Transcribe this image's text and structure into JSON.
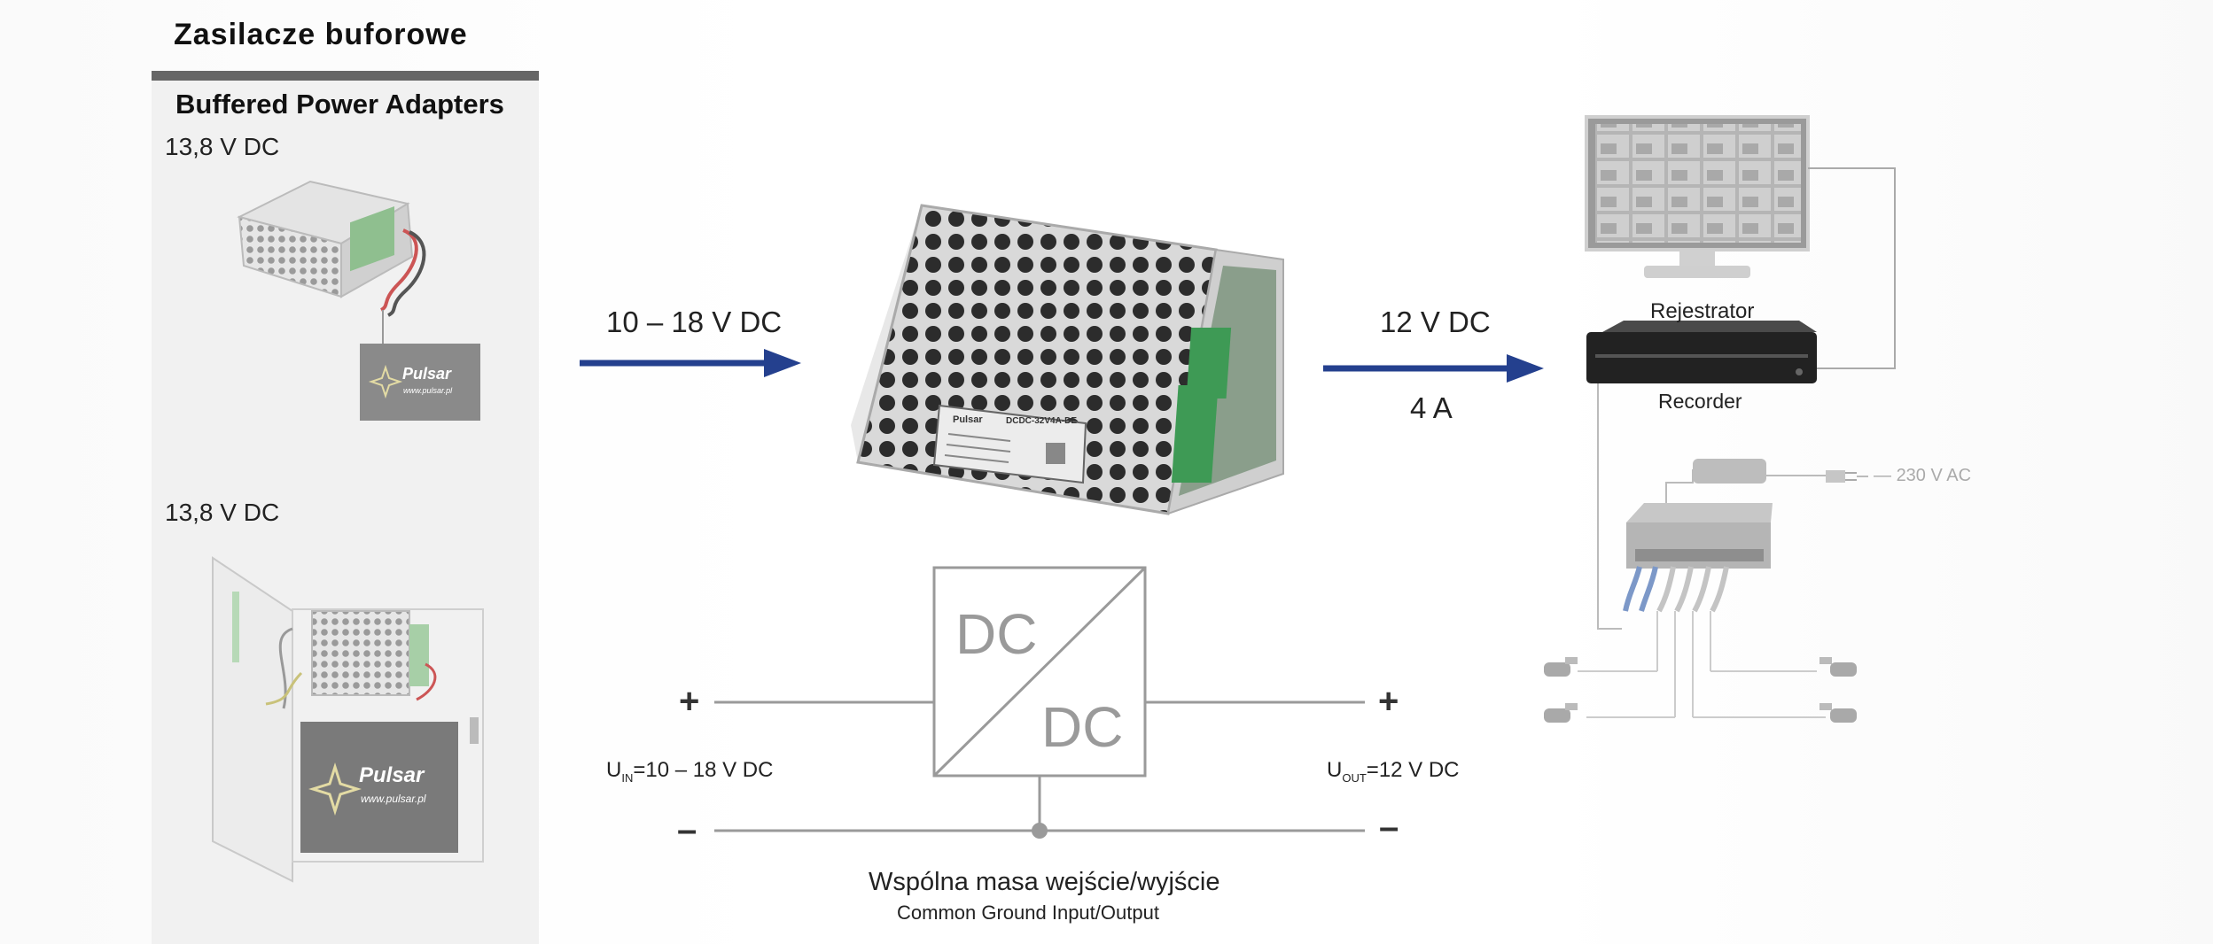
{
  "sidebar": {
    "title": "Zasilacze buforowe",
    "subtitle": "Buffered Power Adapters",
    "products": [
      {
        "voltage": "13,8 V DC",
        "brand": "Pulsar",
        "url": "www.pulsar.pl"
      },
      {
        "voltage": "13,8 V DC",
        "brand": "Pulsar",
        "url": "www.pulsar.pl"
      }
    ]
  },
  "input": {
    "label": "10 – 18 V DC"
  },
  "output": {
    "voltage": "12 V DC",
    "current": "4 A"
  },
  "converter": {
    "top": "DC",
    "bottom": "DC",
    "plate_brand": "Pulsar",
    "plate_model": "DCDC-32V4A-DE"
  },
  "schematic": {
    "plus": "+",
    "minus": "–",
    "uin_base": "U",
    "uin_sub": "IN",
    "uin_value": "=10 – 18 V DC",
    "uout_base": "U",
    "uout_sub": "OUT",
    "uout_value": "=12 V DC",
    "ground_pl": "Wspólna masa wejście/wyjście",
    "ground_en": "Common Ground Input/Output"
  },
  "system": {
    "recorder_pl": "Rejestrator",
    "recorder_en": "Recorder",
    "mains": "230 V AC"
  },
  "colors": {
    "arrow": "#24408e",
    "sidebar_bg": "#f1f1f1",
    "sidebar_bar": "#666666",
    "diagram_line": "#9a9a9a"
  }
}
